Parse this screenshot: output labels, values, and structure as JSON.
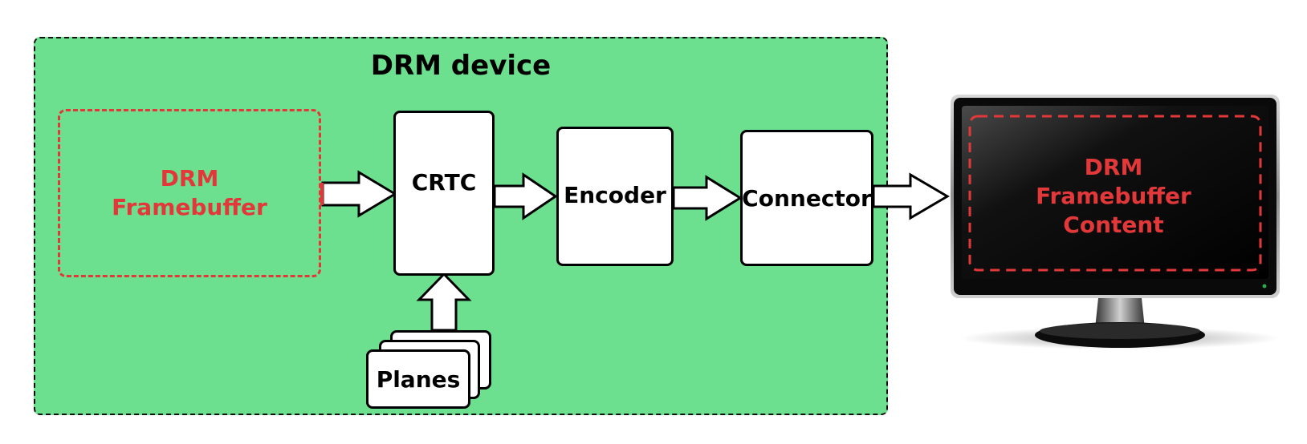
{
  "device": {
    "title": "DRM device"
  },
  "framebuffer": {
    "line1": "DRM",
    "line2": "Framebuffer"
  },
  "blocks": {
    "crtc": "CRTC",
    "encoder": "Encoder",
    "connector": "Connector",
    "planes": "Planes"
  },
  "monitor": {
    "line1": "DRM",
    "line2": "Framebuffer",
    "line3": "Content"
  },
  "colors": {
    "device_bg": "#6de08f",
    "accent_red": "#e2383a",
    "box_border": "#000000"
  }
}
